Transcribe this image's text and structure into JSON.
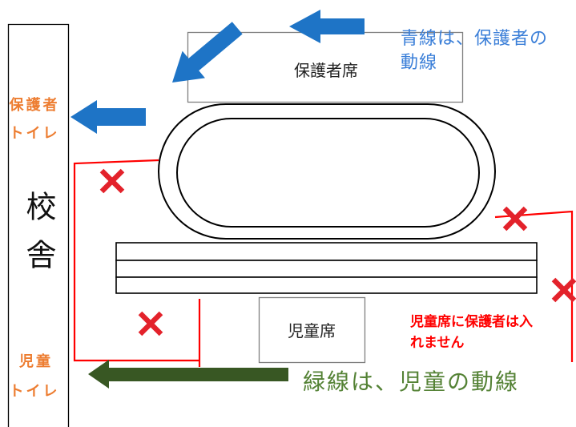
{
  "school_building": {
    "label": "校舎"
  },
  "toilets": {
    "parents": {
      "line1": "保護者",
      "line2": "トイレ"
    },
    "children": {
      "line1": "児童",
      "line2": "トイレ"
    }
  },
  "seating": {
    "parents": {
      "label": "保護者席"
    },
    "children": {
      "label": "児童席"
    }
  },
  "legend": {
    "parent_route": {
      "line1": "青線は、保護者の",
      "line2": "動線"
    },
    "child_route": {
      "text": "緑線は、児童の動線"
    }
  },
  "notice": {
    "line1": "児童席に保護者は入",
    "line2": "れません"
  },
  "icons": {
    "route_arrow": "arrow-left-icon",
    "no_entry": "cross-mark-icon"
  },
  "colors": {
    "parent_route_arrow": "#1e74c6",
    "parent_route_text": "#3b7fd8",
    "child_route_arrow": "#385723",
    "child_route_text": "#548235",
    "toilet_label": "#ed7d31",
    "barrier": "#ff0000",
    "no_entry_mark": "#e3222b",
    "notice_text": "#ff0000"
  }
}
